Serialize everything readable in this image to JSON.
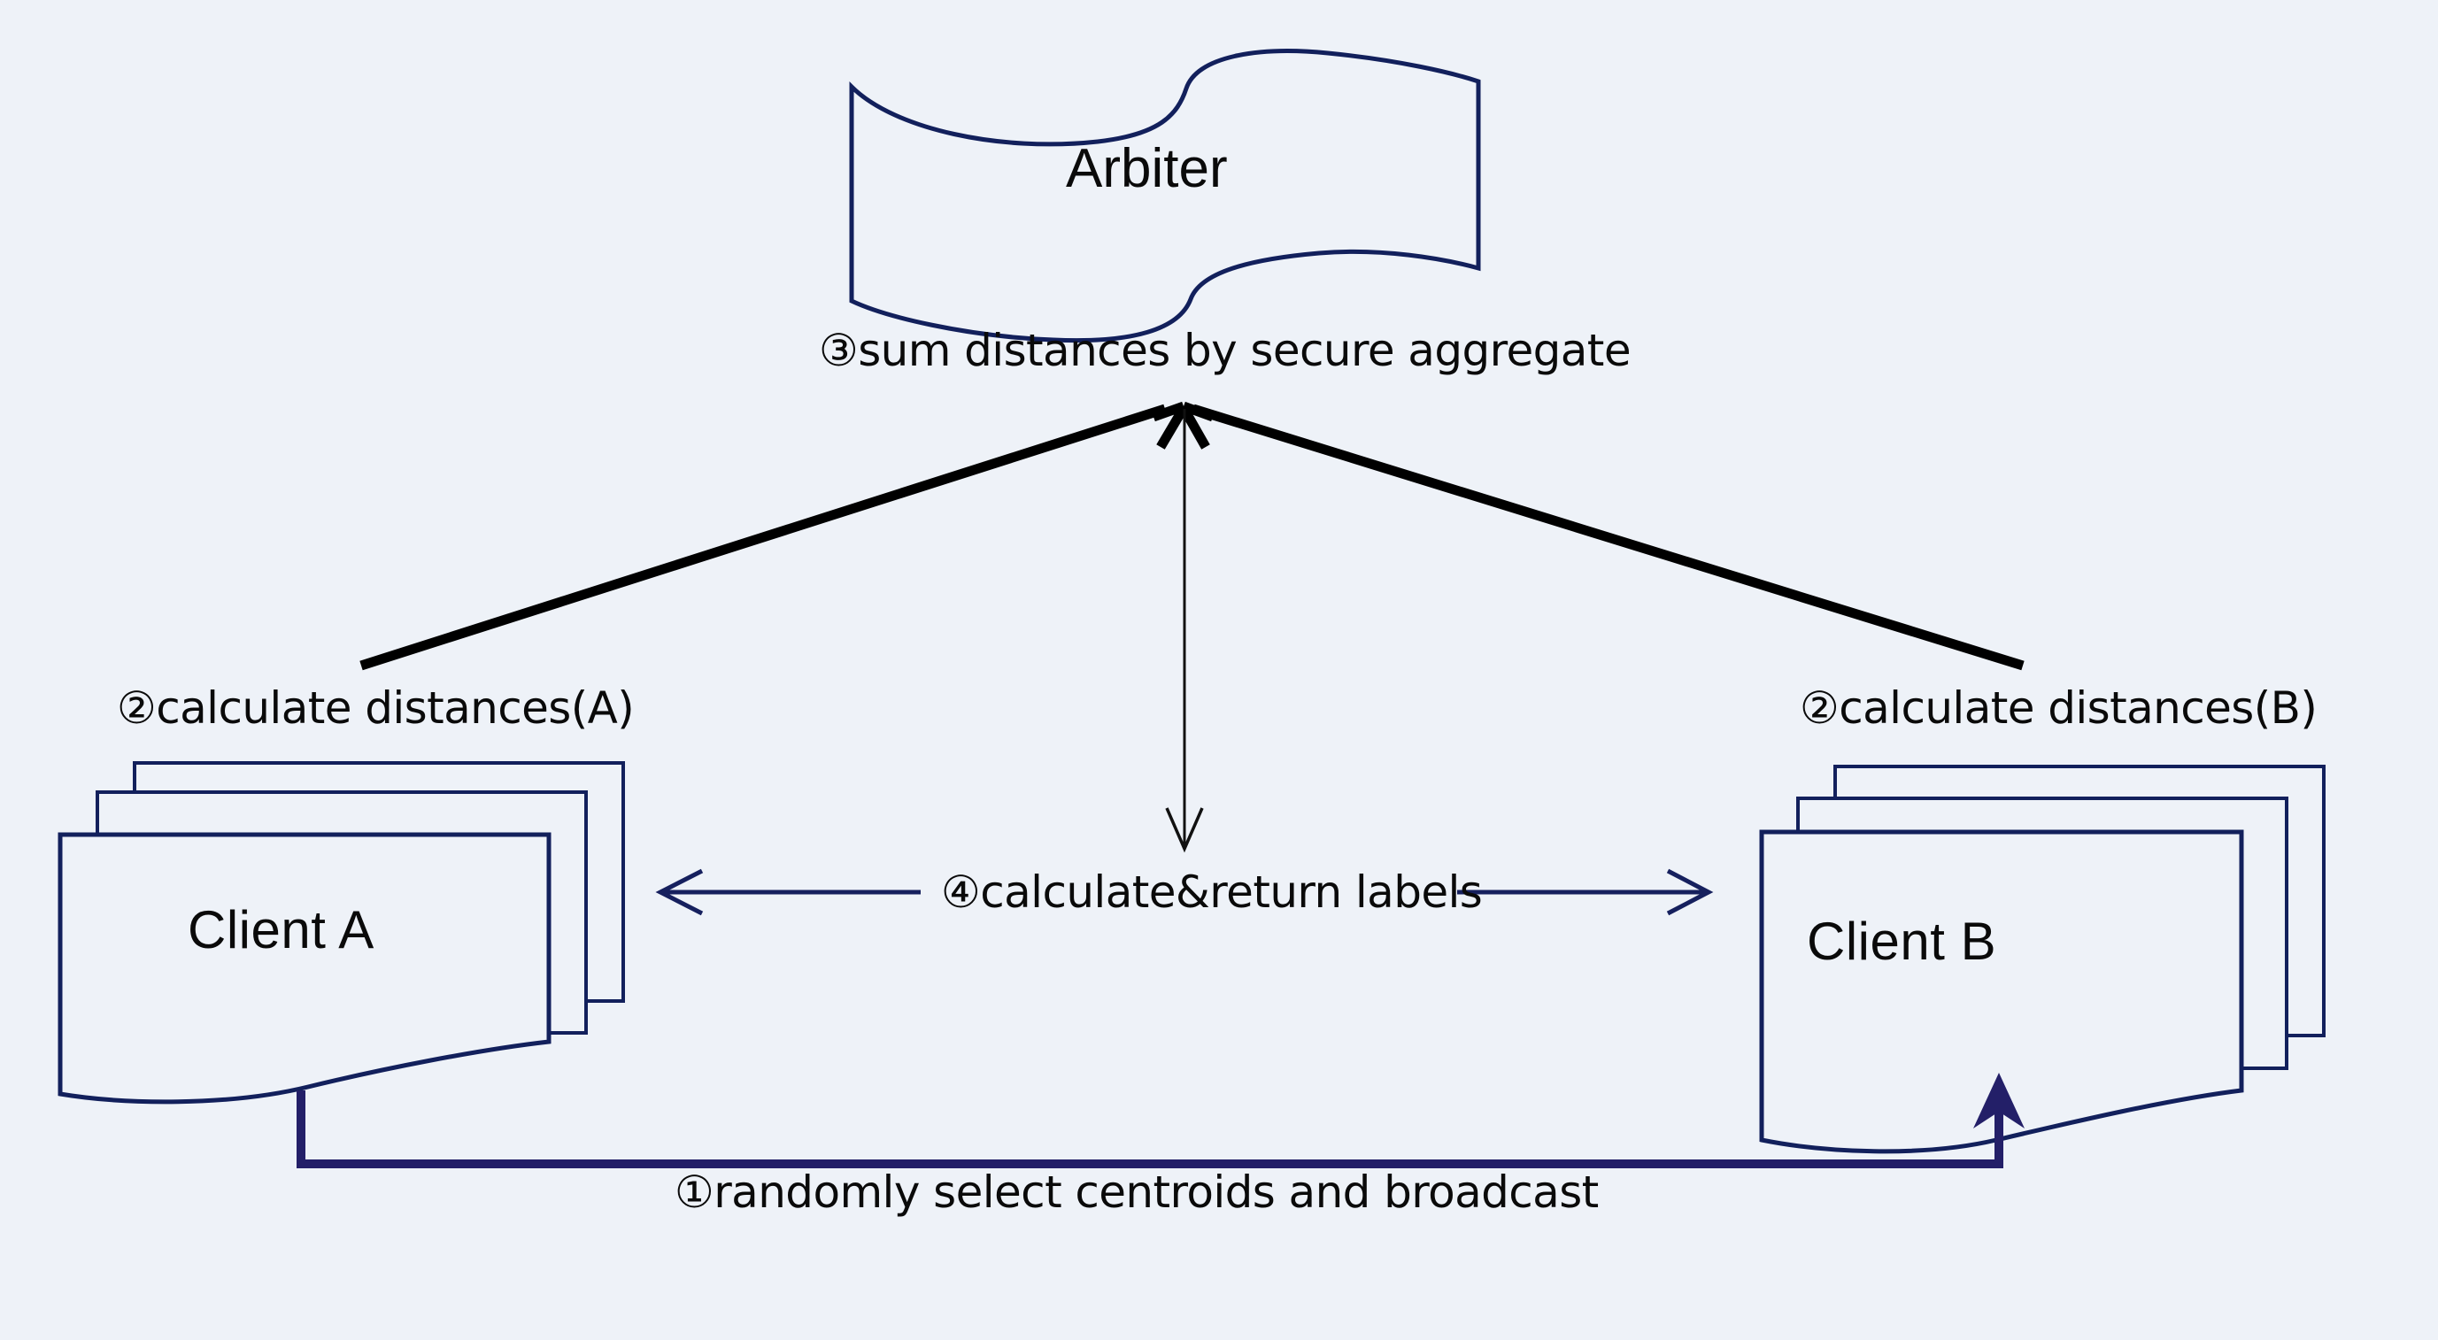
{
  "diagram": {
    "title": "Federated K-means protocol between two clients and an arbiter",
    "background_color": "#eef2f8",
    "shape_stroke_color": "#12205c",
    "accent_arrow_color": "#231f68",
    "thick_arrow_color": "#000000",
    "nodes": {
      "arbiter": {
        "label": "Arbiter",
        "shape": "wavy-document"
      },
      "client_a": {
        "label": "Client A",
        "shape": "stacked-documents",
        "stack_count": 3
      },
      "client_b": {
        "label": "Client B",
        "shape": "stacked-documents",
        "stack_count": 3
      }
    },
    "steps": {
      "step1": "①randomly select centroids and broadcast",
      "step2a": "②calculate distances(A)",
      "step2b": "②calculate distances(B)",
      "step3": "③sum distances by secure aggregate",
      "step4": "④calculate&return labels"
    }
  }
}
